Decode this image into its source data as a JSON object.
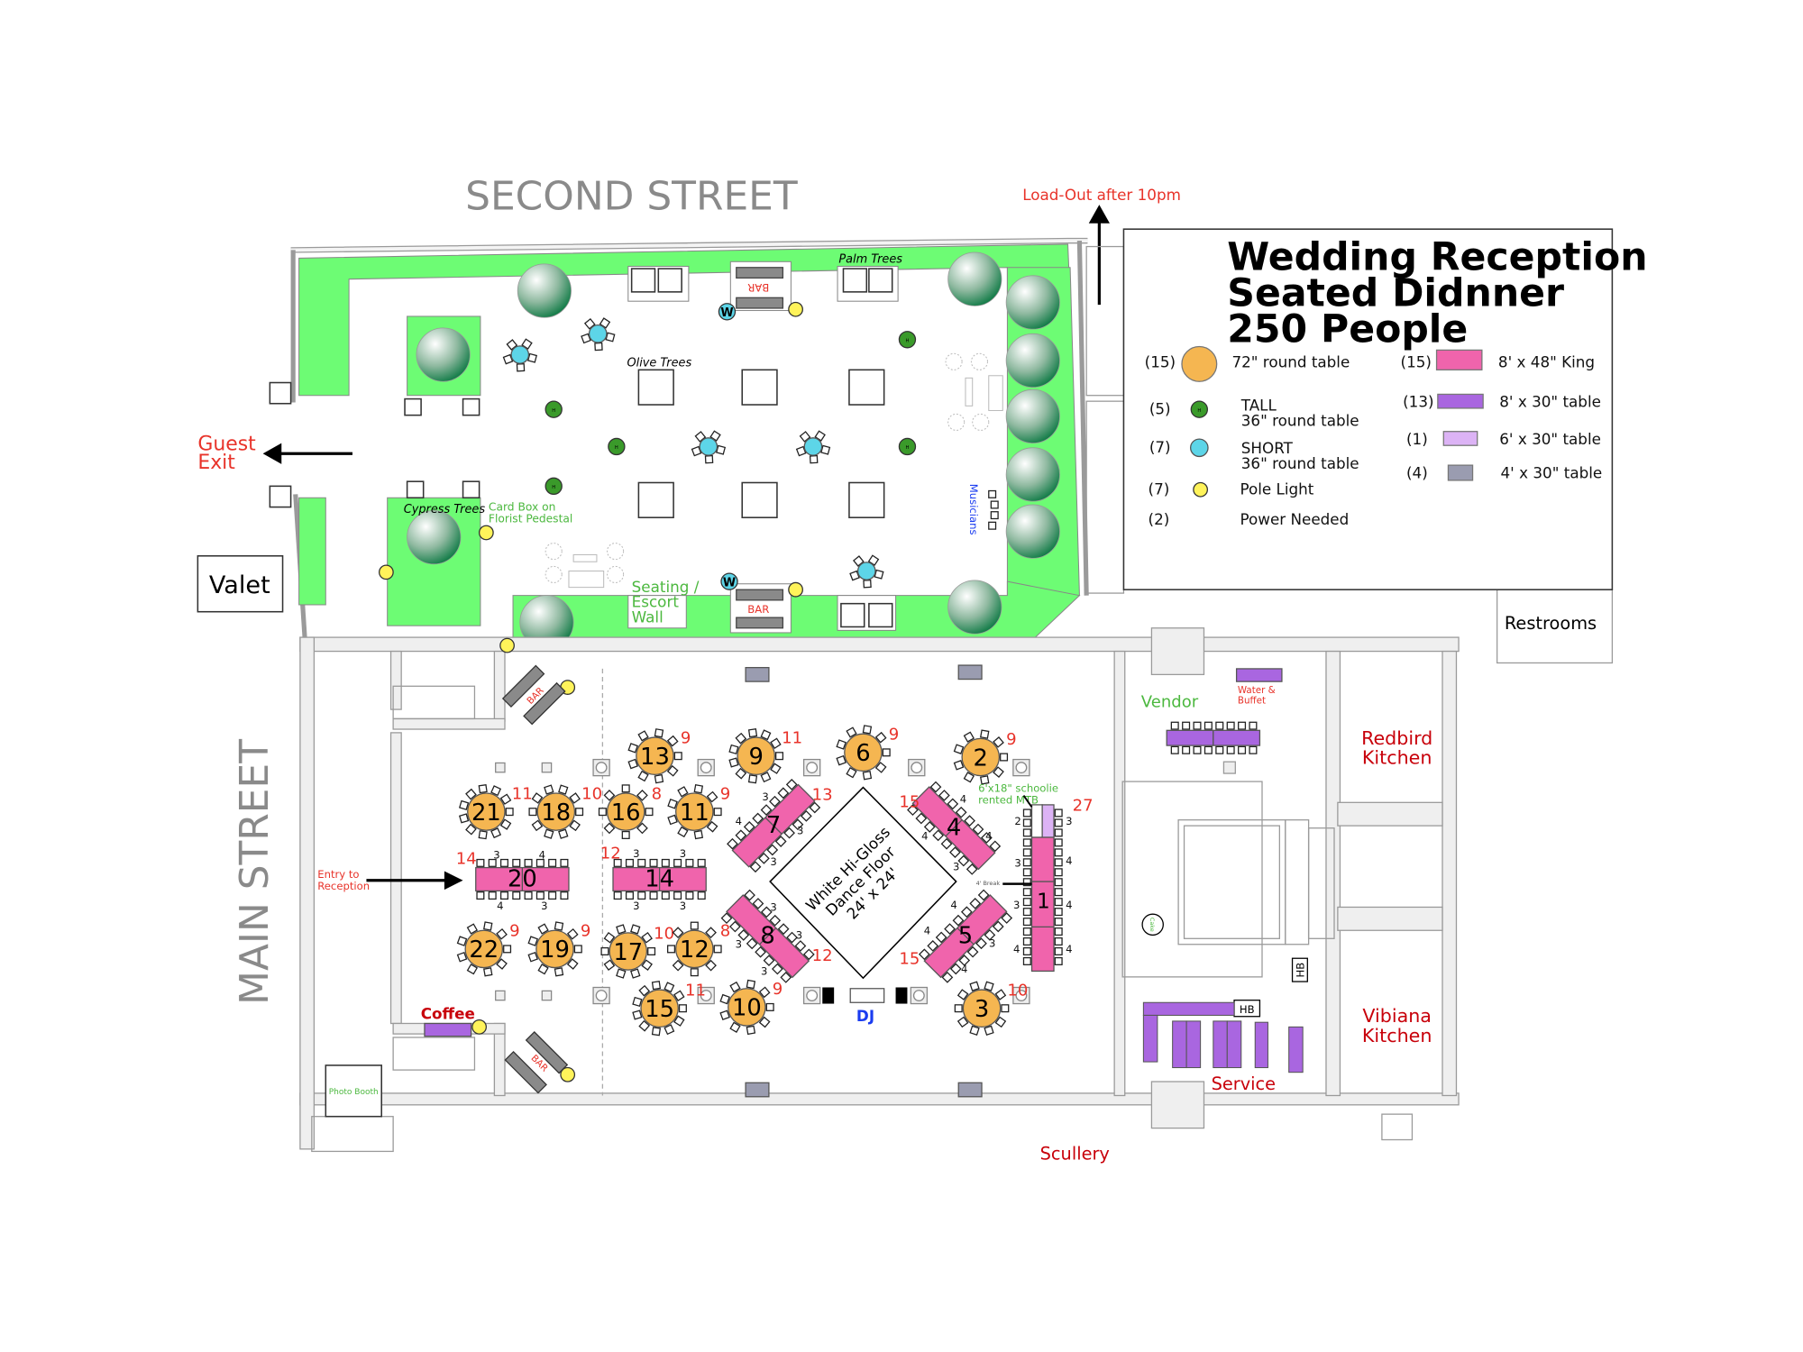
{
  "streets": {
    "second": "SECOND STREET",
    "main": "MAIN STREET"
  },
  "title": {
    "line1": "Wedding Reception",
    "line2": "Seated Didnner",
    "line3": "250 People"
  },
  "legend": {
    "left": [
      {
        "count": "(15)",
        "label": "72\" round table"
      },
      {
        "count": "(5)",
        "label1": "TALL",
        "label2": "36\" round table"
      },
      {
        "count": "(7)",
        "label1": "SHORT",
        "label2": "36\" round table"
      },
      {
        "count": "(7)",
        "label": "Pole Light"
      },
      {
        "count": "(2)",
        "label": "Power Needed"
      }
    ],
    "right": [
      {
        "count": "(15)",
        "label": "8' x 48\" King"
      },
      {
        "count": "(13)",
        "label": "8' x 30\" table"
      },
      {
        "count": "(1)",
        "label": "6' x 30\" table"
      },
      {
        "count": "(4)",
        "label": "4' x 30\" table"
      }
    ],
    "tall_marker": "H"
  },
  "labels": {
    "load_out": "Load-Out after 10pm",
    "guest_exit_1": "Guest",
    "guest_exit_2": "Exit",
    "valet": "Valet",
    "restrooms": "Restrooms",
    "palm_trees": "Palm Trees",
    "olive_trees": "Olive Trees",
    "cypress_trees": "Cypress Trees",
    "card_box_1": "Card Box on",
    "card_box_2": "Florist Pedestal",
    "seating_1": "Seating /",
    "seating_2": "Escort",
    "seating_3": "Wall",
    "bar": "BAR",
    "water_marker": "W",
    "musicians": "Musicians",
    "entry_1": "Entry to",
    "entry_2": "Reception",
    "coffee": "Coffee",
    "photo_booth": "Photo Booth",
    "dance_1": "White Hi-Gloss",
    "dance_2": "Dance Floor",
    "dance_3": "24' x 24'",
    "dj": "DJ",
    "schoolie_1": "6'x18\" schoolie",
    "schoolie_2": "rented MTB",
    "break": "4' Break",
    "vendor": "Vendor",
    "water_buffet_1": "Water &",
    "water_buffet_2": "Buffet",
    "redbird_1": "Redbird",
    "redbird_2": "Kitchen",
    "vibiana_1": "Vibiana",
    "vibiana_2": "Kitchen",
    "service": "Service",
    "scullery": "Scullery",
    "hb": "HB",
    "cake": "Cake"
  },
  "round_tables": [
    {
      "num": "13",
      "guests": "9"
    },
    {
      "num": "9",
      "guests": "11"
    },
    {
      "num": "6",
      "guests": "9"
    },
    {
      "num": "2",
      "guests": "9"
    },
    {
      "num": "21",
      "guests": "11"
    },
    {
      "num": "18",
      "guests": "10"
    },
    {
      "num": "16",
      "guests": "8"
    },
    {
      "num": "11",
      "guests": "9"
    },
    {
      "num": "22",
      "guests": "9"
    },
    {
      "num": "19",
      "guests": "9"
    },
    {
      "num": "17",
      "guests": "10"
    },
    {
      "num": "12",
      "guests": "8"
    },
    {
      "num": "15",
      "guests": "11"
    },
    {
      "num": "10",
      "guests": "9"
    },
    {
      "num": "3",
      "guests": "10"
    }
  ],
  "king_tables": [
    {
      "num": "20",
      "guests": "14",
      "seats": [
        "3",
        "4",
        "4",
        "3"
      ]
    },
    {
      "num": "14",
      "guests": "12",
      "seats": [
        "3",
        "3",
        "3",
        "3"
      ]
    },
    {
      "num": "7",
      "guests": "13",
      "seats": [
        "3",
        "4",
        "3",
        "3"
      ]
    },
    {
      "num": "4",
      "guests": "15",
      "seats": [
        "4",
        "4",
        "4",
        "3"
      ]
    },
    {
      "num": "8",
      "guests": "12",
      "seats": [
        "3",
        "3",
        "3",
        "3"
      ]
    },
    {
      "num": "5",
      "guests": "15",
      "seats": [
        "4",
        "4",
        "3",
        "4"
      ]
    }
  ],
  "head_table": {
    "num": "1",
    "guests": "27",
    "seats": [
      "2",
      "3",
      "3",
      "4",
      "3",
      "4",
      "4",
      "4"
    ]
  },
  "colors": {
    "round": "#f5b651",
    "king": "#f064ac",
    "table_8x30": "#a966e0",
    "table_6x30": "#dcb3f5",
    "table_4x30": "#9a9cb0",
    "tall": "#3a9a2a",
    "short": "#5dd5e8",
    "pole": "#fff35a",
    "lawn": "#6dfc74"
  }
}
